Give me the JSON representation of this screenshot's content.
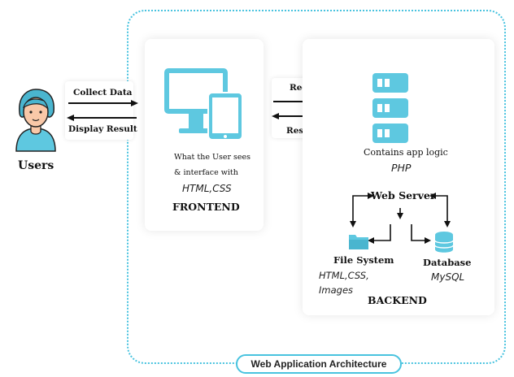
{
  "users": {
    "label": "Users"
  },
  "left_arrows": {
    "collect": "Collect Data",
    "display": "Display Result"
  },
  "right_arrows": {
    "request": "Request",
    "response": "Response"
  },
  "frontend": {
    "desc_line1": "What the User sees",
    "desc_line2": "& interface with",
    "tech": "HTML,CSS",
    "title": "FRONTEND"
  },
  "backend": {
    "logic": "Contains app logic",
    "lang": "PHP",
    "web_server": "Web Server",
    "file_system": "File System",
    "fs_tech_line1": "HTML,CSS,",
    "fs_tech_line2": "Images",
    "database": "Database",
    "db_tech": "MySQL",
    "title": "BACKEND"
  },
  "footer": {
    "title": "Web Application Architecture"
  },
  "colors": {
    "accent": "#49c3df",
    "icon_fill": "#5ec8e0",
    "skin": "#f9c8a8",
    "hair": "#4ab5cf"
  }
}
